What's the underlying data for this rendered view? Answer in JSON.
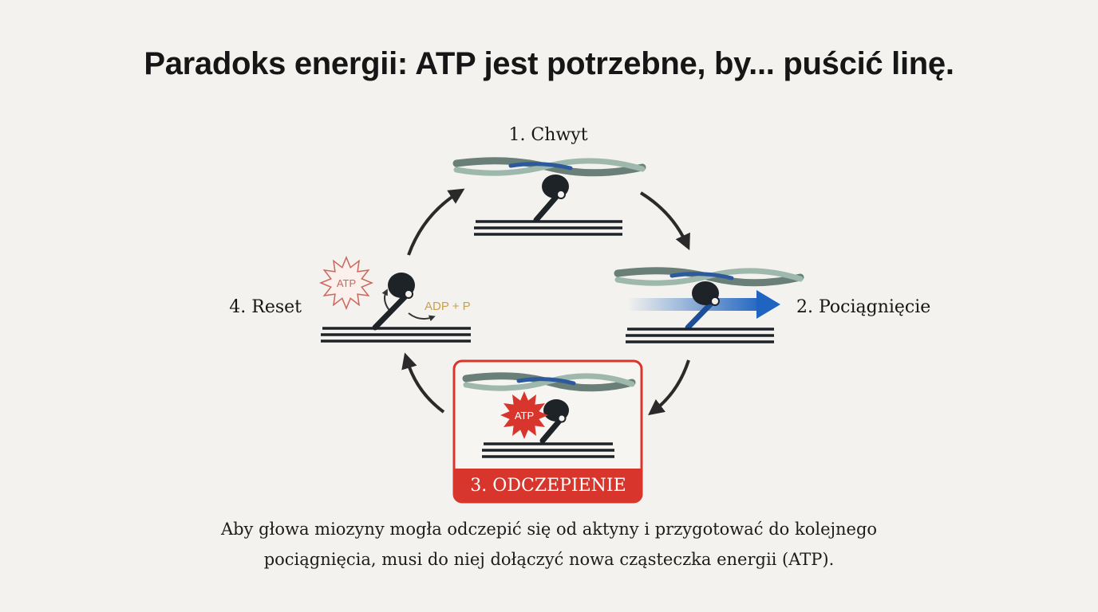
{
  "title": "Paradoks energii: ATP jest potrzebne, by... puścić linę.",
  "stages": {
    "grab": "1. Chwyt",
    "pull": "2. Pociągnięcie",
    "detach": "3. ODCZEPIENIE",
    "reset": "4. Reset"
  },
  "molecules": {
    "atp_reset": "ATP",
    "adp": "ADP + P",
    "atp_detach": "ATP"
  },
  "caption": {
    "line1": "Aby głowa miozyny mogła odczepić się od aktyny i przygotować do kolejnego",
    "line2": "pociągnięcia, musi do niej dołączyć nowa cząsteczka energii (ATP)."
  },
  "colors": {
    "background": "#f3f2ee",
    "text": "#161616",
    "detach_red": "#d8352c",
    "pull_blue": "#1f64c0",
    "atp_faded": "#c9675b",
    "adp_gold": "#c9a04a"
  }
}
